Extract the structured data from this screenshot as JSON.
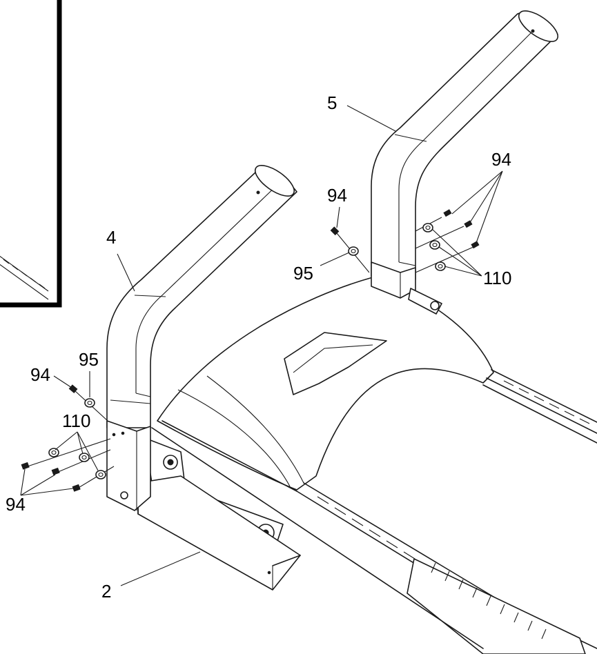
{
  "diagram": {
    "callouts": {
      "part_2": "2",
      "part_4": "4",
      "part_5": "5",
      "part_94_top": "94",
      "part_95_top": "95",
      "part_94_right": "94",
      "part_110_right": "110",
      "part_94_left_top": "94",
      "part_95_left": "95",
      "part_110_left": "110",
      "part_94_left_bottom": "94"
    }
  }
}
